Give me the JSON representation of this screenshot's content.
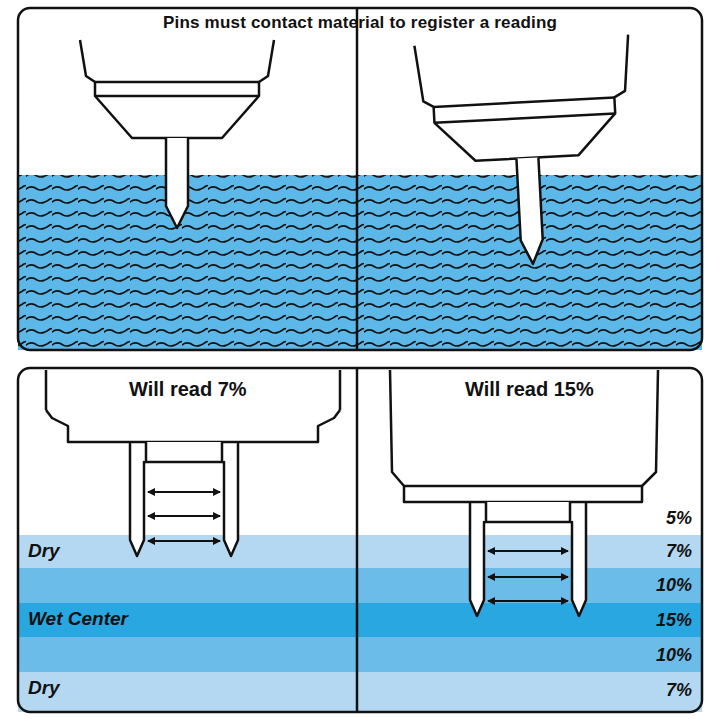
{
  "diagram": {
    "title": "Pins must contact material to register a reading",
    "nodes": [
      {
        "text": [
          "Will read 7%"
        ]
      },
      {
        "text": [
          "Will read 15%"
        ]
      },
      {
        "text": [
          "Dry"
        ],
        "in": 0
      },
      {
        "text": [
          "Wet Center"
        ],
        "in": 0
      },
      {
        "text": [
          "Dry"
        ],
        "in": 0
      }
    ],
    "labels": [
      "5%",
      "7%",
      "10%",
      "15%",
      "10%",
      "7%"
    ]
  }
}
